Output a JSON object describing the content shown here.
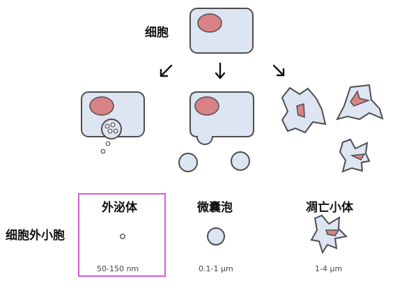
{
  "labels": {
    "cell": "细胞",
    "exosome": "外泌体",
    "microvesicle": "微囊泡",
    "apoptotic_body": "凋亡小体",
    "extracellular_vesicles": "细胞外小胞"
  },
  "sizes": {
    "exosome": "50-150 nm",
    "microvesicle": "0.1-1 µm",
    "apoptotic_body": "1-4 µm"
  },
  "colors": {
    "cell_fill": "#dde4f2",
    "outline": "#4d4d4d",
    "nucleus": "#d98286",
    "highlight_box": "#d65bd6"
  }
}
